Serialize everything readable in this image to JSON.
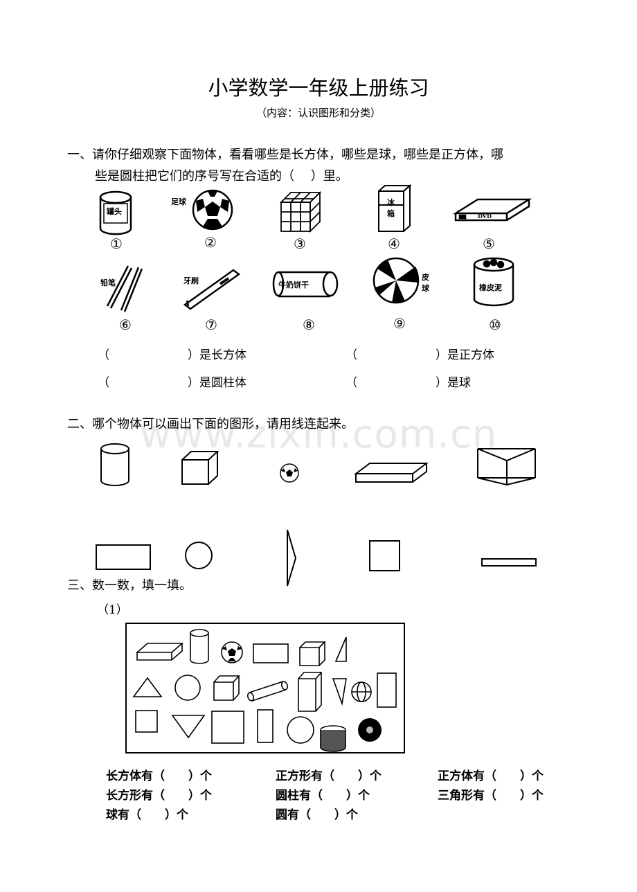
{
  "header": {
    "title": "小学数学一年级上册练习",
    "subtitle": "（内容：认识图形和分类）"
  },
  "section1": {
    "prompt_line1": "一、请你仔细观察下面物体，看看哪些是长方体，哪些是球，哪些是正方体，哪",
    "prompt_line2": "些是圆柱把它们的序号写在合适的（　  ）里。",
    "objects": [
      {
        "number": "①",
        "label": "罐头"
      },
      {
        "number": "②",
        "label": "足球"
      },
      {
        "number": "③",
        "label": ""
      },
      {
        "number": "④",
        "label": "冰箱"
      },
      {
        "number": "⑤",
        "label": "DVD"
      },
      {
        "number": "⑥",
        "label": "铅笔"
      },
      {
        "number": "⑦",
        "label": "牙刷"
      },
      {
        "number": "⑧",
        "label": "牛奶饼干"
      },
      {
        "number": "⑨",
        "label": "皮球"
      },
      {
        "number": "⑩",
        "label": "橡皮泥"
      }
    ],
    "answers": [
      {
        "open": "（",
        "close": "）是长方体"
      },
      {
        "open": "（",
        "close": "）是正方体"
      },
      {
        "open": "（",
        "close": "）是圆柱体"
      },
      {
        "open": "（",
        "close": "）是球"
      }
    ]
  },
  "section2": {
    "prompt": "二、哪个物体可以画出下面的图形，请用线连起来。",
    "watermark": "www.zixin.com.cn"
  },
  "section3": {
    "prompt": "三、数一数，填一填。",
    "sub": "（1）",
    "counts": [
      "长方体有（　　）个",
      "正方形有（　　）个",
      "正方体有（　　）个",
      "长方形有（　　）个",
      "圆柱有（　　）个",
      "三角形有（　　）个",
      "球有（　　）个",
      "圆有（　　）个"
    ]
  }
}
